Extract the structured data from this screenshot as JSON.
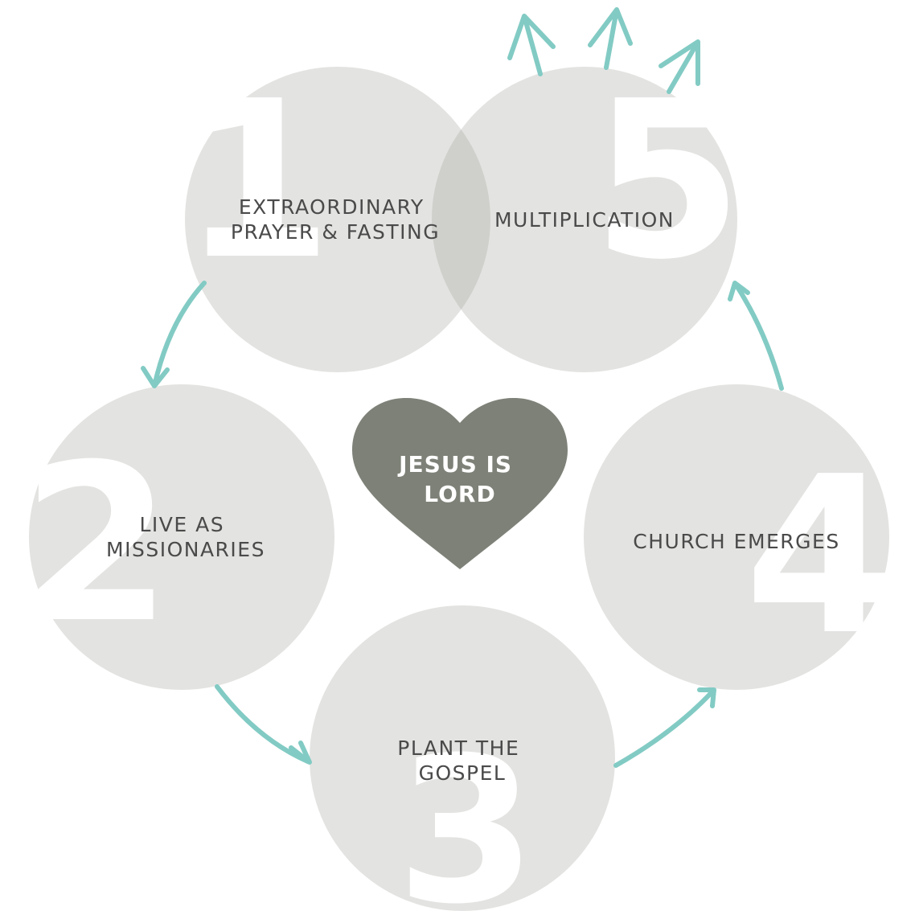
{
  "colors": {
    "circle": "#e3e3e1",
    "overlap": "#cfcfcc",
    "number": "#ffffff",
    "label": "#4a4a4a",
    "arrow": "#82cbc4",
    "heart": "#7d8177",
    "heart_text": "#ffffff"
  },
  "steps": [
    {
      "number": "1",
      "lines": [
        "EXTRAORDINARY",
        "PRAYER & FASTING"
      ]
    },
    {
      "number": "2",
      "lines": [
        "LIVE AS",
        "MISSIONARIES"
      ]
    },
    {
      "number": "3",
      "lines": [
        "PLANT THE",
        "GOSPEL"
      ]
    },
    {
      "number": "4",
      "lines": [
        "CHURCH EMERGES"
      ]
    },
    {
      "number": "5",
      "lines": [
        "MULTIPLICATION"
      ]
    }
  ],
  "center": {
    "lines": [
      "JESUS IS",
      "LORD"
    ]
  }
}
